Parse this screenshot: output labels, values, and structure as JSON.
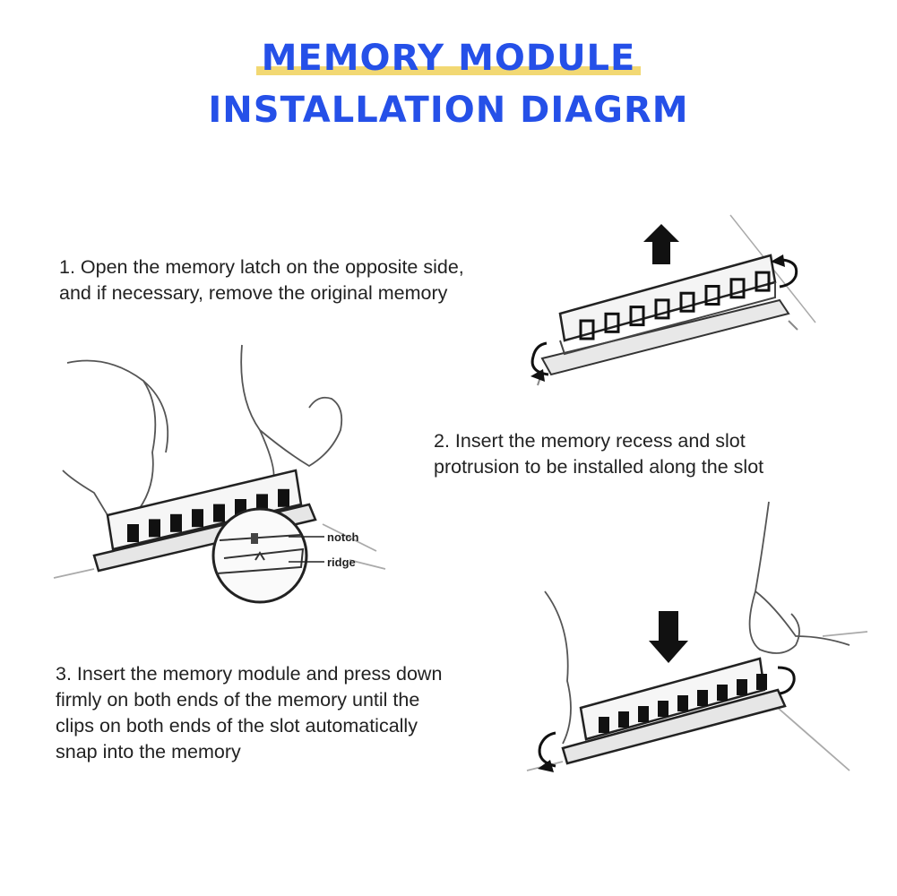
{
  "title": {
    "line1": "MEMORY MODULE",
    "line2": "INSTALLATION DIAGRM",
    "text_color": "#2550e8",
    "highlight_color": "#f2d873"
  },
  "steps": [
    {
      "text": "1. Open the memory latch on the opposite side,\nand if necessary, remove the original memory"
    },
    {
      "text": "2. Insert the memory recess and slot\nprotrusion to be installed along the slot"
    },
    {
      "text": "3. Insert the memory module and press down\nfirmly on both ends of the memory until the\nclips on both ends of the slot automatically\nsnap into the memory"
    }
  ],
  "callouts": {
    "notch": "notch",
    "ridge": "ridge"
  },
  "icons": [
    "up-arrow-icon",
    "down-arrow-icon",
    "latch-rotate-icon"
  ]
}
